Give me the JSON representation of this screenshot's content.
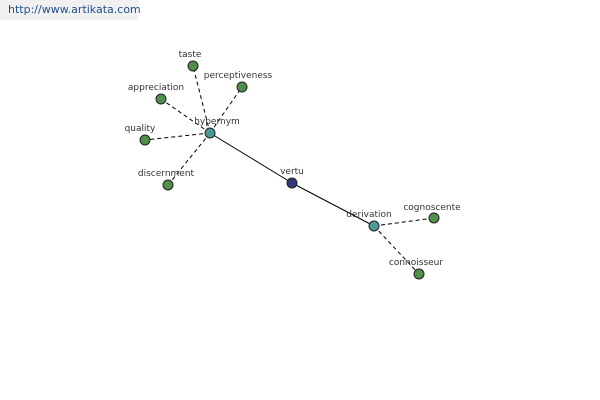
{
  "banner": {
    "url": "http://www.artikata.com"
  },
  "colors": {
    "leaf": "#4f8f4a",
    "hub": "#4a9a96",
    "center": "#33397a"
  },
  "nodes": [
    {
      "id": "vertu",
      "label": "vertu",
      "kind": "center"
    },
    {
      "id": "hypernym",
      "label": "hypernym",
      "kind": "hub"
    },
    {
      "id": "derivation",
      "label": "derivation",
      "kind": "hub"
    },
    {
      "id": "taste",
      "label": "taste",
      "kind": "leaf"
    },
    {
      "id": "perceptiveness",
      "label": "perceptiveness",
      "kind": "leaf"
    },
    {
      "id": "appreciation",
      "label": "appreciation",
      "kind": "leaf"
    },
    {
      "id": "quality",
      "label": "quality",
      "kind": "leaf"
    },
    {
      "id": "discernment",
      "label": "discernment",
      "kind": "leaf"
    },
    {
      "id": "cognoscente",
      "label": "cognoscente",
      "kind": "leaf"
    },
    {
      "id": "connoisseur",
      "label": "connoisseur",
      "kind": "leaf"
    }
  ],
  "edges": [
    {
      "from": "vertu",
      "to": "hypernym",
      "style": "solid"
    },
    {
      "from": "vertu",
      "to": "derivation",
      "style": "solid"
    },
    {
      "from": "hypernym",
      "to": "taste",
      "style": "dashed"
    },
    {
      "from": "hypernym",
      "to": "perceptiveness",
      "style": "dashed"
    },
    {
      "from": "hypernym",
      "to": "appreciation",
      "style": "dashed"
    },
    {
      "from": "hypernym",
      "to": "quality",
      "style": "dashed"
    },
    {
      "from": "hypernym",
      "to": "discernment",
      "style": "dashed"
    },
    {
      "from": "derivation",
      "to": "cognoscente",
      "style": "dashed"
    },
    {
      "from": "derivation",
      "to": "connoisseur",
      "style": "dashed"
    }
  ]
}
